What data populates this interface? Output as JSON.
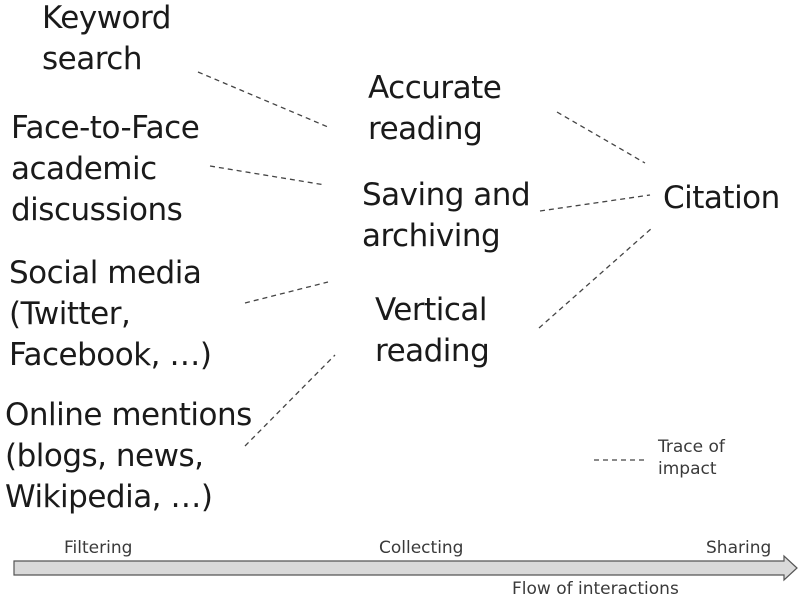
{
  "sources": [
    {
      "id": "keyword",
      "lines": [
        "Keyword",
        "search"
      ]
    },
    {
      "id": "face",
      "lines": [
        "Face-to-Face",
        "academic",
        "discussions"
      ]
    },
    {
      "id": "social",
      "lines": [
        "Social media",
        "(Twitter,",
        "Facebook, …)"
      ]
    },
    {
      "id": "online",
      "lines": [
        "Online mentions",
        "(blogs, news,",
        "Wikipedia, …)"
      ]
    }
  ],
  "collecting": [
    {
      "id": "accurate",
      "lines": [
        "Accurate",
        "reading"
      ]
    },
    {
      "id": "saving",
      "lines": [
        "Saving and",
        "archiving"
      ]
    },
    {
      "id": "vertical",
      "lines": [
        "Vertical",
        "reading"
      ]
    }
  ],
  "target": {
    "label": "Citation"
  },
  "legend": {
    "lines": [
      "Trace of",
      "impact"
    ]
  },
  "axis": {
    "stages": [
      "Filtering",
      "Collecting",
      "Sharing"
    ],
    "label": "Flow of interactions"
  }
}
